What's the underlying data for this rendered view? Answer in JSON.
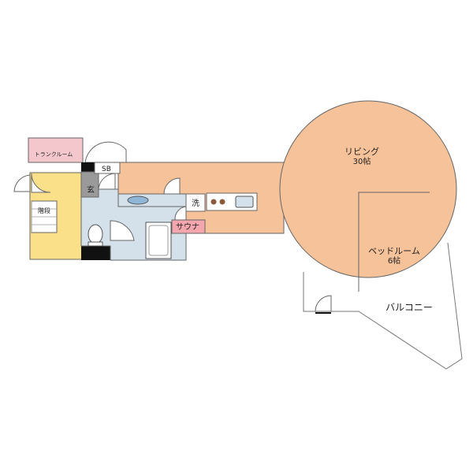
{
  "rooms": {
    "living": {
      "name": "リビング",
      "size": "30帖"
    },
    "bedroom": {
      "name": "ベッドルーム",
      "size": "6帖"
    },
    "balcony": "バルコニー",
    "trunk_room": "トランクルーム",
    "shoe_box": "SB",
    "entrance": "玄",
    "stairs": "階段",
    "washing": "洗",
    "sauna": "サウナ"
  },
  "colors": {
    "main_floor": "#f6c299",
    "bath_area": "#d4e1ea",
    "stairs_area": "#fbe08a",
    "trunk_room": "#f4c7cc",
    "sauna": "#f3a6ad",
    "entrance": "#9a9a9a",
    "walls": "#111111",
    "lines": "#666666"
  }
}
